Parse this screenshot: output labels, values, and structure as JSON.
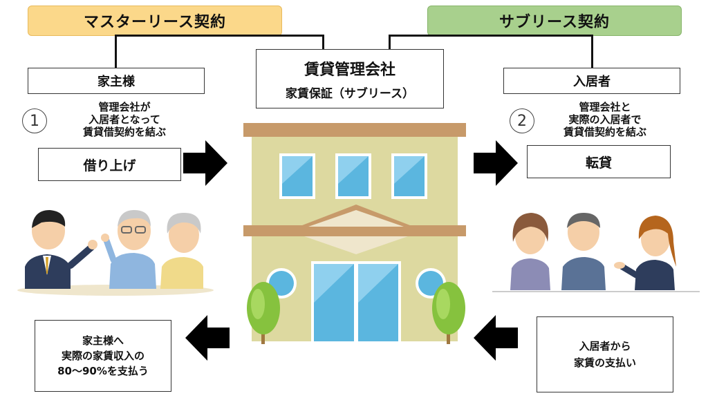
{
  "master_lease": {
    "title": "マスターリース契約",
    "color": "#fbd88a"
  },
  "sublease": {
    "title": "サブリース契約",
    "color": "#a8d08d"
  },
  "center": {
    "title": "賃貸管理会社",
    "subtitle": "家賃保証（サブリース）"
  },
  "landlord": {
    "label": "家主様",
    "step_number": "1",
    "note_lines": [
      "管理会社が",
      "入居者となって",
      "賃貸借契約を結ぶ"
    ],
    "action": "借り上げ"
  },
  "tenant": {
    "label": "入居者",
    "step_number": "2",
    "note_lines": [
      "管理会社と",
      "実際の入居者で",
      "賃貸借契約を結ぶ"
    ],
    "action": "転貸"
  },
  "payment_to_landlord": {
    "lines": [
      "家主様へ",
      "実際の家賃収入の",
      "80～90%を支払う"
    ]
  },
  "payment_from_tenant": {
    "lines": [
      "入居者から",
      "家賃の支払い"
    ]
  },
  "icons": [
    "arrow-right-icon",
    "arrow-left-icon",
    "building-icon",
    "tree-icon",
    "people-icon"
  ]
}
